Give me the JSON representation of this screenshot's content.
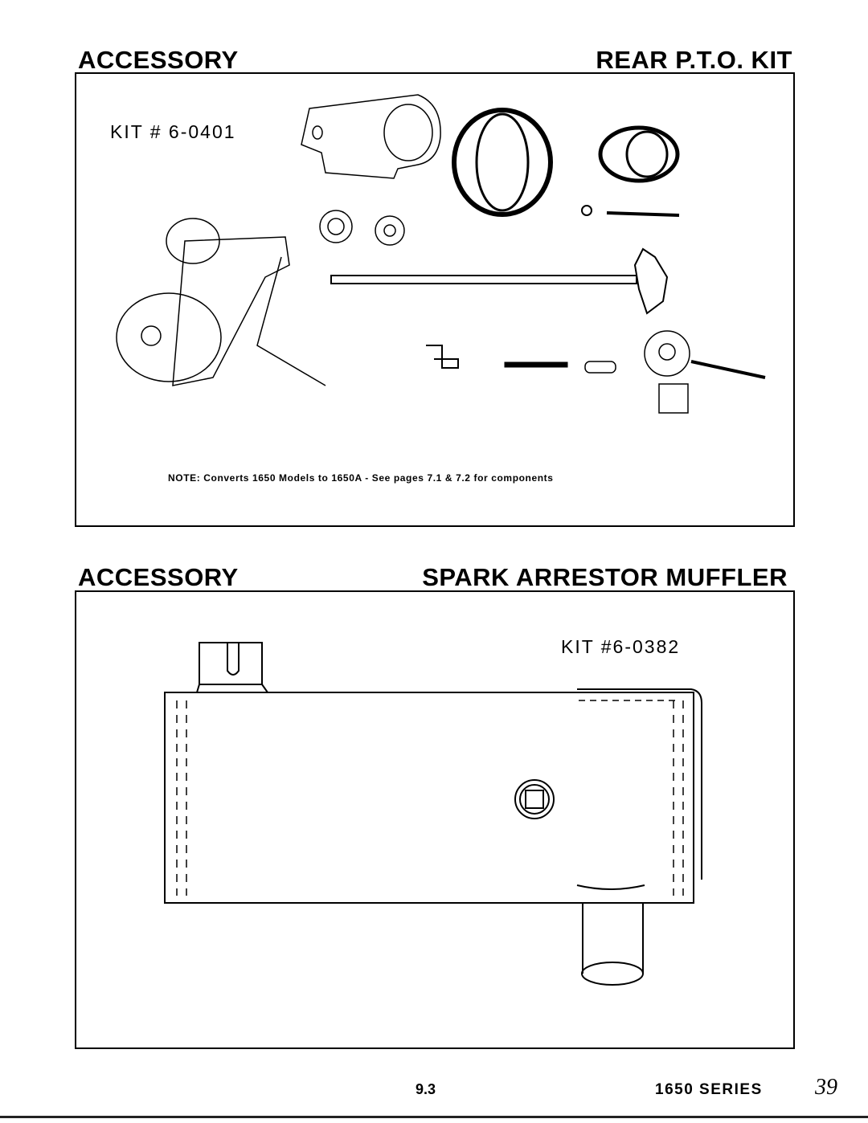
{
  "section1": {
    "left_heading": "ACCESSORY",
    "right_heading": "REAR P.T.O. KIT",
    "kit_number": "KIT # 6-0401",
    "note": "NOTE: Converts 1650 Models to 1650A - See pages 7.1 & 7.2 for components"
  },
  "section2": {
    "left_heading": "ACCESSORY",
    "right_heading": "SPARK ARRESTOR MUFFLER",
    "kit_number": "KIT #6-0382"
  },
  "footer": {
    "page_section": "9.3",
    "series": "1650 SERIES",
    "page_number": "39"
  }
}
